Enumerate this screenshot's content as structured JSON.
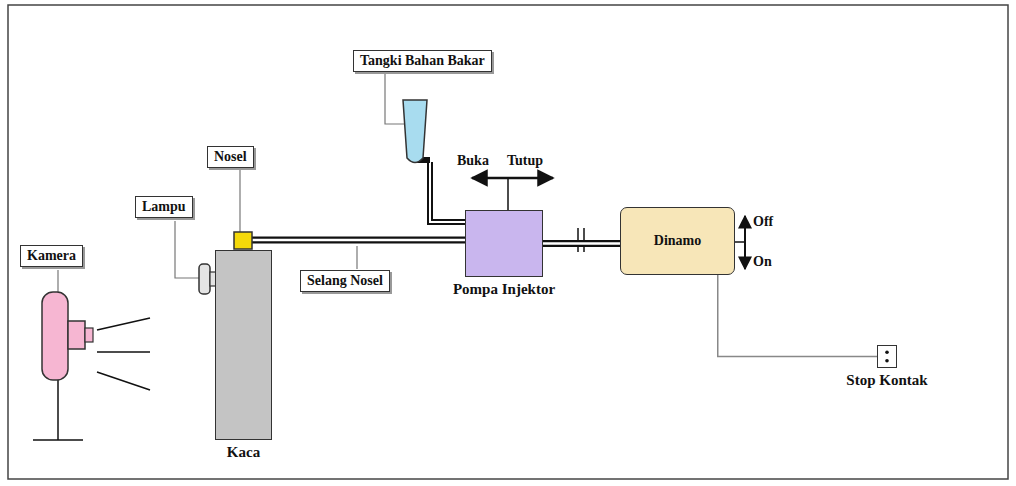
{
  "diagram": {
    "nodes": [
      {
        "text": [
          "Tangki Bahan Bakar"
        ]
      },
      {
        "text": [
          "Nosel"
        ]
      },
      {
        "text": [
          "Lampu"
        ]
      },
      {
        "text": [
          "Kamera"
        ]
      },
      {
        "text": [
          "Selang Nosel"
        ]
      },
      {
        "text": [
          "Pompa Injektor"
        ]
      },
      {
        "text": [
          "Dinamo"
        ]
      },
      {
        "text": [
          "Stop Kontak"
        ]
      },
      {
        "text": [
          "Kaca"
        ]
      }
    ],
    "edges": [
      {
        "from": 5,
        "to": 6,
        "arrow": "none"
      },
      {
        "from": 6,
        "to": 7,
        "arrow": "none"
      }
    ],
    "labels": [
      "Buka",
      "Tutup",
      "Off",
      "On"
    ]
  }
}
